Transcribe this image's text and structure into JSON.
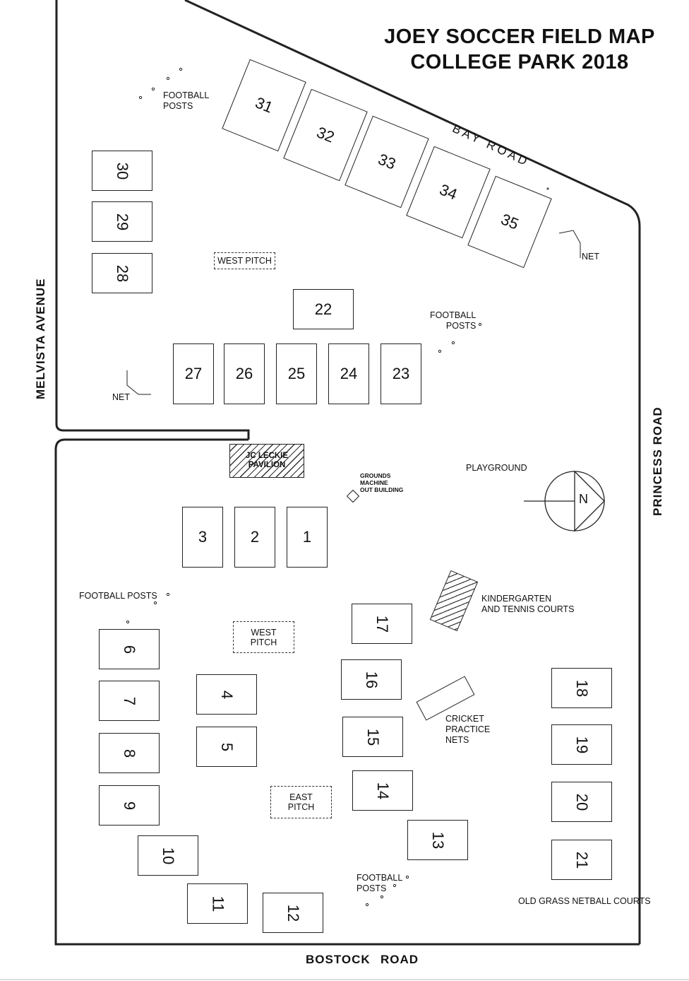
{
  "title": {
    "line1": "JOEY SOCCER FIELD MAP",
    "line2": "COLLEGE PARK 2018"
  },
  "roads": {
    "bay": "BAY ROAD",
    "melvista": "MELVISTA AVENUE",
    "princess": "PRINCESS ROAD",
    "bostock_1": "BOSTOCK",
    "bostock_2": "ROAD"
  },
  "labels": {
    "football_posts_nw": "FOOTBALL\nPOSTS",
    "football_posts_ne": "FOOTBALL\nPOSTS",
    "football_posts_w": "FOOTBALL POSTS",
    "football_posts_s": "FOOTBALL\nPOSTS",
    "net_e": "NET",
    "net_w": "NET",
    "west_pitch_north": "WEST PITCH",
    "west_pitch_south": "WEST\nPITCH",
    "east_pitch": "EAST\nPITCH",
    "pavilion": "JC LECKIE\nPAVILION",
    "grounds_building": "GROUNDS\nMACHINE\nOUT BUILDING",
    "playground": "PLAYGROUND",
    "kindergarten": "KINDERGARTEN\nAND TENNIS COURTS",
    "cricket": "CRICKET\nPRACTICE\nNETS",
    "netball": "OLD GRASS NETBALL COURTS",
    "north": "N"
  },
  "fields": [
    "1",
    "2",
    "3",
    "4",
    "5",
    "6",
    "7",
    "8",
    "9",
    "10",
    "11",
    "12",
    "13",
    "14",
    "15",
    "16",
    "17",
    "18",
    "19",
    "20",
    "21",
    "22",
    "23",
    "24",
    "25",
    "26",
    "27",
    "28",
    "29",
    "30",
    "31",
    "32",
    "33",
    "34",
    "35"
  ]
}
